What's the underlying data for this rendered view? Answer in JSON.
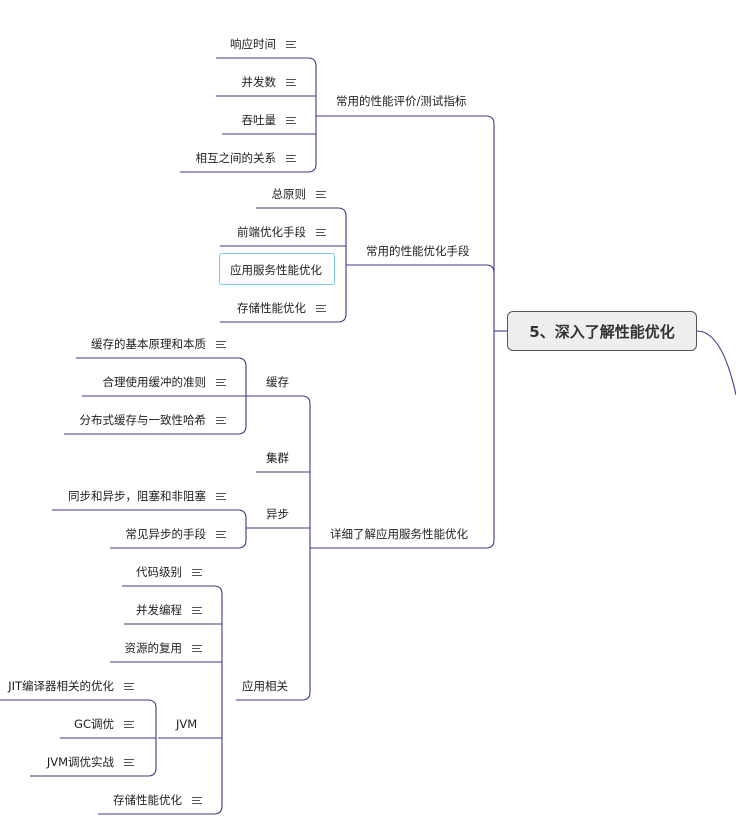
{
  "root": "5、深入了解性能优化",
  "branch1": {
    "title": "常用的性能评价/测试指标",
    "items": [
      "响应时间",
      "并发数",
      "吞吐量",
      "相互之间的关系"
    ]
  },
  "branch2": {
    "title": "常用的性能优化手段",
    "items": [
      "总原则",
      "前端优化手段",
      "应用服务性能优化",
      "存储性能优化"
    ]
  },
  "branch3": {
    "title": "详细了解应用服务性能优化",
    "cache": {
      "title": "缓存",
      "items": [
        "缓存的基本原理和本质",
        "合理使用缓冲的准则",
        "分布式缓存与一致性哈希"
      ]
    },
    "cluster": {
      "title": "集群"
    },
    "async": {
      "title": "异步",
      "items": [
        "同步和异步，阻塞和非阻塞",
        "常见异步的手段"
      ]
    },
    "app": {
      "title": "应用相关",
      "items": [
        "代码级别",
        "并发编程",
        "资源的复用",
        "存储性能优化"
      ],
      "jvm": {
        "title": "JVM",
        "items": [
          "JIT编译器相关的优化",
          "GC调优",
          "JVM调优实战"
        ]
      }
    }
  },
  "colors": {
    "line": "#3d3a8c",
    "selection": "#7ec8ec",
    "root_fill": "#eeeeee"
  }
}
